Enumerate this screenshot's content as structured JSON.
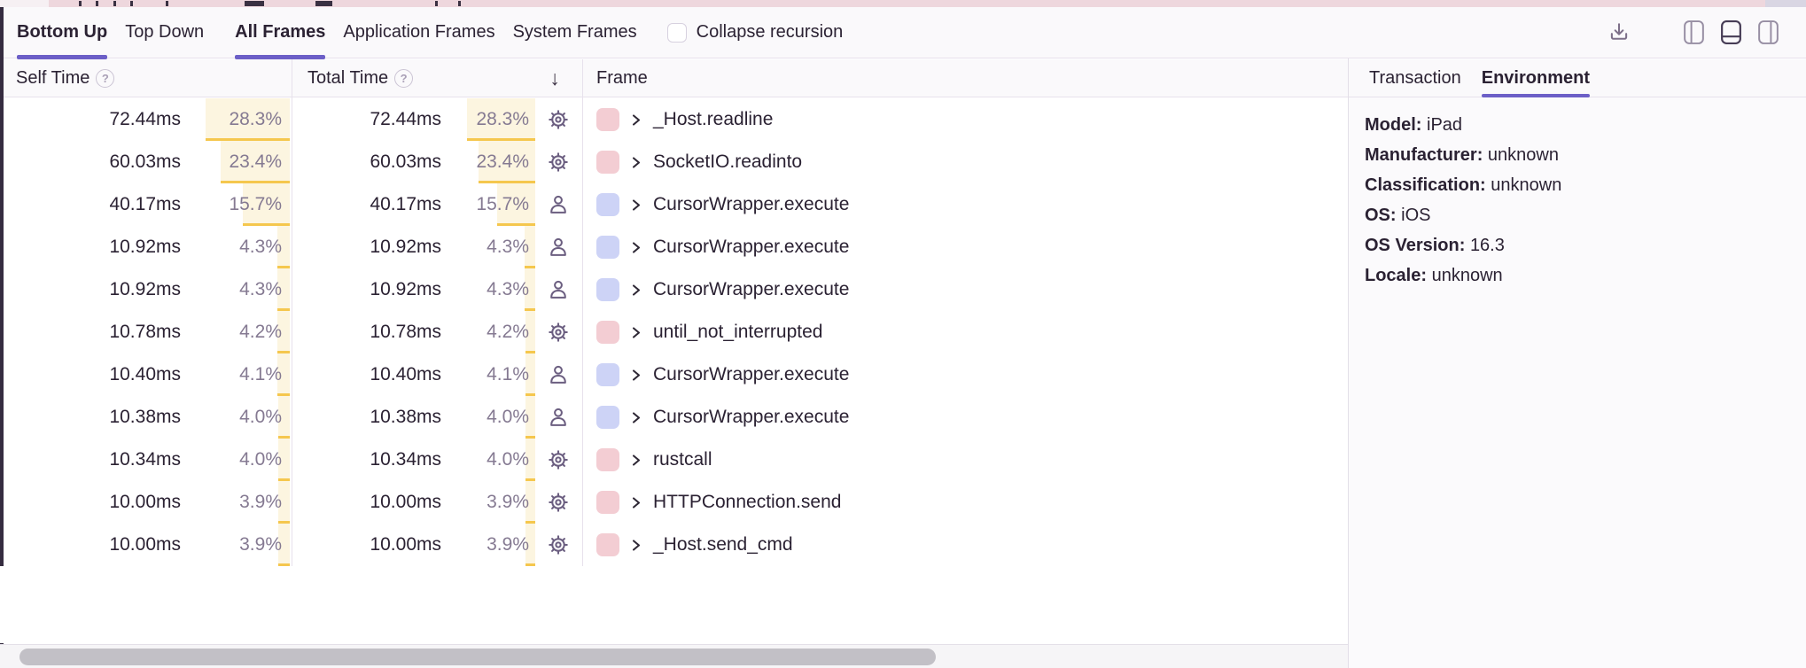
{
  "top_strip": {
    "description": "bottom sliver of flamegraph minimap",
    "tick_positions": [
      89,
      108,
      128,
      147,
      187,
      276,
      294,
      356,
      371,
      491,
      517
    ],
    "tick_widths": [
      3,
      3,
      3,
      3,
      3,
      18,
      4,
      16,
      4,
      3,
      3
    ]
  },
  "toolbar": {
    "tabs": [
      {
        "label": "Bottom Up",
        "active": true,
        "gap_before": false
      },
      {
        "label": "Top Down",
        "active": false,
        "gap_before": false
      },
      {
        "label": "All Frames",
        "active": true,
        "gap_before": true
      },
      {
        "label": "Application Frames",
        "active": false,
        "gap_before": false
      },
      {
        "label": "System Frames",
        "active": false,
        "gap_before": false
      }
    ],
    "collapse_recursion_label": "Collapse recursion",
    "collapse_recursion_checked": false,
    "icons": [
      "download-icon",
      "layout-left-panel-icon",
      "layout-bottom-panel-icon",
      "layout-right-panel-icon"
    ],
    "active_layout_icon": "layout-bottom-panel-icon"
  },
  "table": {
    "headers": {
      "self_time": "Self Time",
      "total_time": "Total Time",
      "frame": "Frame"
    },
    "sort_arrow": "↓",
    "rows": [
      {
        "self_time": "72.44ms",
        "self_pct": "28.3%",
        "total_time": "72.44ms",
        "total_pct": "28.3%",
        "icon": "gear",
        "chip": "pink",
        "frame": "_Host.readline"
      },
      {
        "self_time": "60.03ms",
        "self_pct": "23.4%",
        "total_time": "60.03ms",
        "total_pct": "23.4%",
        "icon": "gear",
        "chip": "pink",
        "frame": "SocketIO.readinto"
      },
      {
        "self_time": "40.17ms",
        "self_pct": "15.7%",
        "total_time": "40.17ms",
        "total_pct": "15.7%",
        "icon": "person",
        "chip": "blue",
        "frame": "CursorWrapper.execute"
      },
      {
        "self_time": "10.92ms",
        "self_pct": "4.3%",
        "total_time": "10.92ms",
        "total_pct": "4.3%",
        "icon": "person",
        "chip": "blue",
        "frame": "CursorWrapper.execute"
      },
      {
        "self_time": "10.92ms",
        "self_pct": "4.3%",
        "total_time": "10.92ms",
        "total_pct": "4.3%",
        "icon": "person",
        "chip": "blue",
        "frame": "CursorWrapper.execute"
      },
      {
        "self_time": "10.78ms",
        "self_pct": "4.2%",
        "total_time": "10.78ms",
        "total_pct": "4.2%",
        "icon": "gear",
        "chip": "pink",
        "frame": "until_not_interrupted"
      },
      {
        "self_time": "10.40ms",
        "self_pct": "4.1%",
        "total_time": "10.40ms",
        "total_pct": "4.1%",
        "icon": "person",
        "chip": "blue",
        "frame": "CursorWrapper.execute"
      },
      {
        "self_time": "10.38ms",
        "self_pct": "4.0%",
        "total_time": "10.38ms",
        "total_pct": "4.0%",
        "icon": "person",
        "chip": "blue",
        "frame": "CursorWrapper.execute"
      },
      {
        "self_time": "10.34ms",
        "self_pct": "4.0%",
        "total_time": "10.34ms",
        "total_pct": "4.0%",
        "icon": "gear",
        "chip": "pink",
        "frame": "rustcall"
      },
      {
        "self_time": "10.00ms",
        "self_pct": "3.9%",
        "total_time": "10.00ms",
        "total_pct": "3.9%",
        "icon": "gear",
        "chip": "pink",
        "frame": "HTTPConnection.send"
      },
      {
        "self_time": "10.00ms",
        "self_pct": "3.9%",
        "total_time": "10.00ms",
        "total_pct": "3.9%",
        "icon": "gear",
        "chip": "pink",
        "frame": "_Host.send_cmd"
      }
    ]
  },
  "panel": {
    "tabs": [
      {
        "label": "Transaction",
        "active": false
      },
      {
        "label": "Environment",
        "active": true
      }
    ],
    "details": [
      {
        "label": "Model:",
        "value": "iPad"
      },
      {
        "label": "Manufacturer:",
        "value": "unknown"
      },
      {
        "label": "Classification:",
        "value": "unknown"
      },
      {
        "label": "OS:",
        "value": "iOS"
      },
      {
        "label": "OS Version:",
        "value": "16.3"
      },
      {
        "label": "Locale:",
        "value": "unknown"
      }
    ]
  },
  "colors": {
    "accent_purple": "#6c5fc7",
    "surface": "#faf9fb",
    "border": "#e7e1ec",
    "text_dark": "#2b2233",
    "text_muted": "#857a92",
    "bar_fill": "#fcf5e0",
    "bar_edge": "#f5c74e",
    "chip_pink": "#f3cdd3",
    "chip_blue": "#cdd3f6",
    "icon_purple": "#6b5e80",
    "minimap_pink": "#eed7dd",
    "scroll_thumb": "#c2c0c6"
  }
}
